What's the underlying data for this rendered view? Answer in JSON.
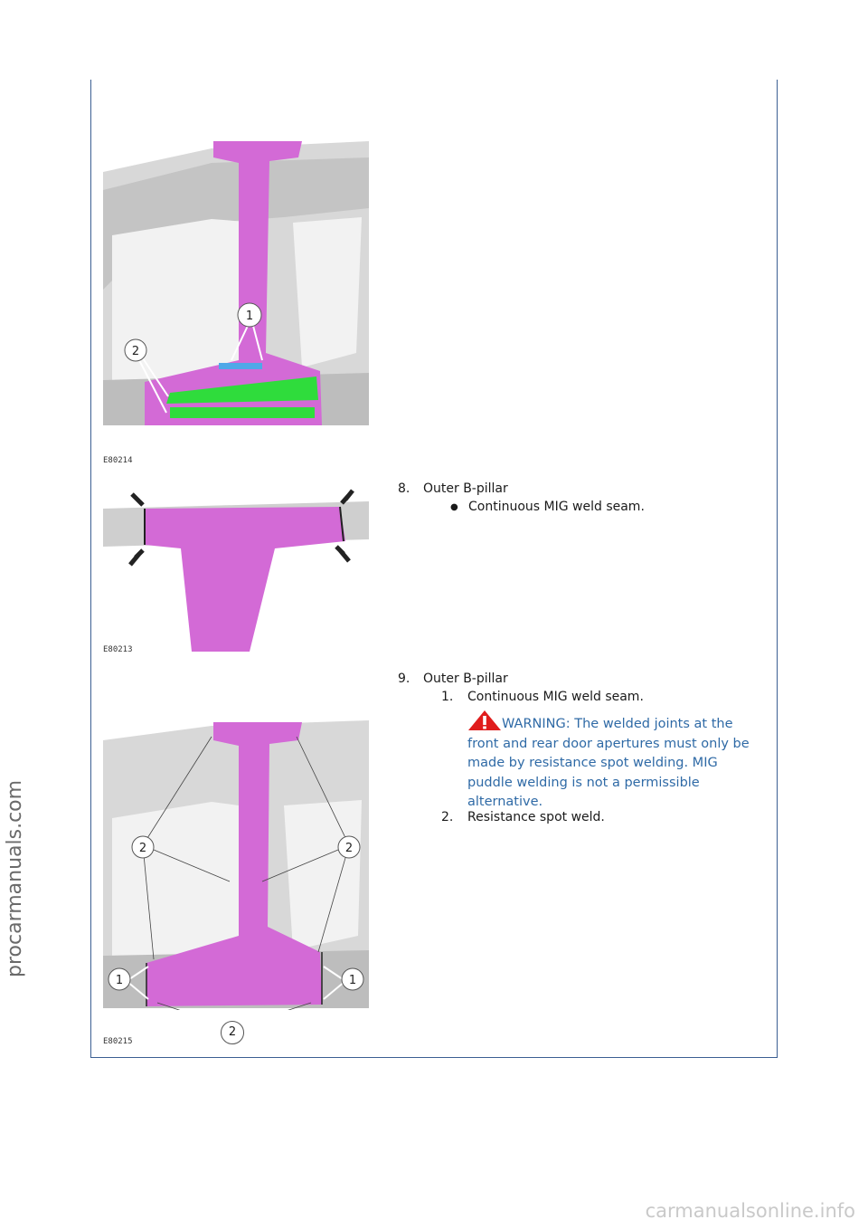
{
  "watermarks": {
    "side": "procarmanuals.com",
    "bottom": "carmanualsonline.info"
  },
  "figures": [
    {
      "code": "E80214",
      "callouts": [
        "1",
        "2"
      ]
    },
    {
      "code": "E80213"
    },
    {
      "code": "E80215",
      "callouts": [
        "1",
        "2"
      ]
    }
  ],
  "steps": [
    {
      "number": "8.",
      "title": "Outer B-pillar",
      "bullets": [
        "Continuous MIG weld seam."
      ]
    },
    {
      "number": "9.",
      "title": "Outer B-pillar",
      "items": [
        {
          "number": "1.",
          "text": "Continuous MIG weld seam."
        },
        {
          "number": "2.",
          "text": "Resistance spot weld."
        }
      ],
      "warning": "WARNING: The welded joints at the front and rear door apertures must only be made by resistance spot welding. MIG puddle welding is not a permissible alternative."
    }
  ],
  "colors": {
    "frame": "#3b5f92",
    "warning_text": "#2f6aa6",
    "panel_highlight": "#d36ad6",
    "weld_green": "#2fdc3c",
    "weld_blue": "#4fa8e8",
    "warning_icon": "#e01c1c"
  }
}
